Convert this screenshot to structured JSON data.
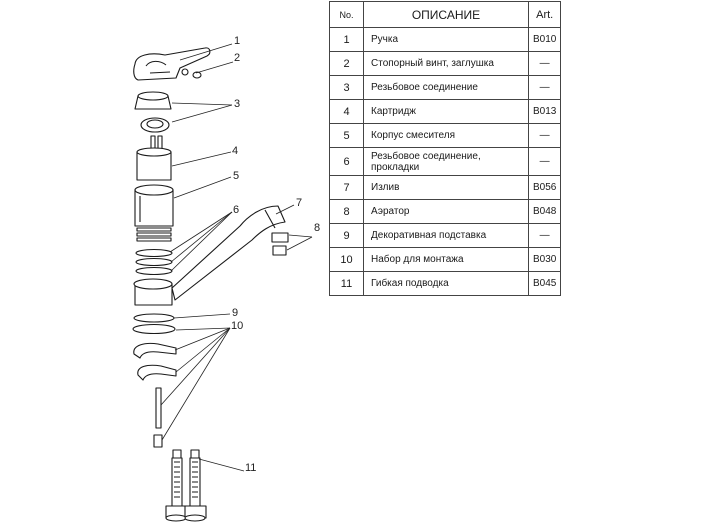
{
  "table": {
    "headers": {
      "no": "No.",
      "description": "ОПИСАНИЕ",
      "art": "Art."
    },
    "rows": [
      {
        "no": "1",
        "description": "Ручка",
        "art": "B010"
      },
      {
        "no": "2",
        "description": "Стопорный винт, заглушка",
        "art": "—"
      },
      {
        "no": "3",
        "description": "Резьбовое соединение",
        "art": "—"
      },
      {
        "no": "4",
        "description": "Картридж",
        "art": "B013"
      },
      {
        "no": "5",
        "description": "Корпус смесителя",
        "art": "—"
      },
      {
        "no": "6",
        "description": "Резьбовое соединение, прокладки",
        "art": "—"
      },
      {
        "no": "7",
        "description": "Излив",
        "art": "B056"
      },
      {
        "no": "8",
        "description": "Аэратор",
        "art": "B048"
      },
      {
        "no": "9",
        "description": "Декоративная подставка",
        "art": "—"
      },
      {
        "no": "10",
        "description": "Набор для монтажа",
        "art": "B030"
      },
      {
        "no": "11",
        "description": "Гибкая подводка",
        "art": "B045"
      }
    ]
  },
  "diagram": {
    "callouts": [
      "1",
      "2",
      "3",
      "4",
      "5",
      "6",
      "7",
      "8",
      "9",
      "10",
      "11"
    ]
  }
}
